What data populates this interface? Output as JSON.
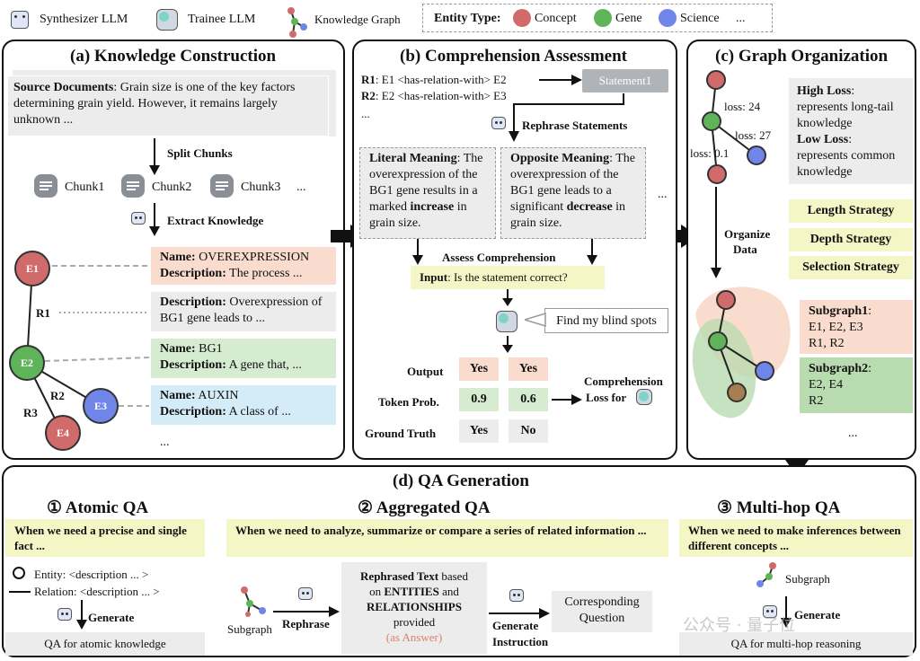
{
  "legend": {
    "synth": "Synthesizer LLM",
    "trainee": "Trainee LLM",
    "kg": "Knowledge Graph",
    "entity_type_label": "Entity Type:",
    "concept": "Concept",
    "gene": "Gene",
    "science": "Science",
    "more": "..."
  },
  "colors": {
    "concept": "#d16b6b",
    "gene": "#5fb45a",
    "science": "#6f86e8",
    "yellow_box": "#f4f6c5",
    "pink_box": "#f9dccd",
    "green_box": "#d6ecd1",
    "blue_box": "#d3ecf7"
  },
  "a": {
    "title": "(a) Knowledge Construction",
    "source_label": "Source Documents",
    "source_text": ": Grain size is one of the key factors determining grain yield. However, it remains largely unknown ...",
    "split": "Split Chunks",
    "chunk1": "Chunk1",
    "chunk2": "Chunk2",
    "chunk3": "Chunk3",
    "chunk_more": "...",
    "extract": "Extract Knowledge",
    "name_label": "Name:",
    "desc_label": "Description:",
    "card1_name": "OVEREXPRESSION",
    "card1_desc": "The process ...",
    "card2_desc": "Overexpression of BG1 gene leads to ...",
    "card3_name": "BG1",
    "card3_desc": "A gene that, ...",
    "card4_name": "AUXIN",
    "card4_desc": "A class of ...",
    "more": "...",
    "e1": "E1",
    "e2": "E2",
    "e3": "E3",
    "e4": "E4",
    "r1": "R1",
    "r2": "R2",
    "r3": "R3"
  },
  "b": {
    "title": "(b) Comprehension Assessment",
    "r1_label": "R1",
    "r1_text": ": E1 <has-relation-with> E2",
    "r2_label": "R2",
    "r2_text": ": E2 <has-relation-with> E3",
    "more": "...",
    "statement": "Statement1",
    "rephrase": "Rephrase Statements",
    "literal_label": "Literal Meaning",
    "literal_pre": ": The overexpression of the BG1 gene results in a marked ",
    "literal_em": "increase",
    "literal_post": " in grain size.",
    "opposite_label": "Opposite Meaning",
    "opposite_pre": ": The overexpression of the BG1 gene leads to a significant ",
    "opposite_em": "decrease",
    "opposite_post": " in grain size.",
    "side_more": "...",
    "assess": "Assess Comprehension",
    "input_label": "Input",
    "input_text": ": Is the statement correct?",
    "blind": "Find my blind spots",
    "output": "Output",
    "token": "Token Prob.",
    "truth": "Ground Truth",
    "out1": "Yes",
    "out2": "Yes",
    "p1": "0.9",
    "p2": "0.6",
    "gt1": "Yes",
    "gt2": "No",
    "loss_line1": "Comprehension",
    "loss_line2": "Loss for"
  },
  "c": {
    "title": "(c) Graph Organization",
    "loss24": "loss: 24",
    "loss27": "loss: 27",
    "loss01": "loss: 0.1",
    "high_label": "High Loss",
    "high_text": ": represents long-tail knowledge",
    "low_label": "Low Loss",
    "low_text": ": represents common knowledge",
    "organize1": "Organize",
    "organize2": "Data",
    "length": "Length Strategy",
    "depth": "Depth Strategy",
    "selection": "Selection Strategy",
    "sub1_label": "Subgraph1",
    "sub1_l1": "E1, E2, E3",
    "sub1_l2": "R1, R2",
    "sub2_label": "Subgraph2",
    "sub2_l1": "E2, E4",
    "sub2_l2": "R2",
    "more": "..."
  },
  "d": {
    "title": "(d) QA Generation",
    "atomic_title": "① Atomic QA",
    "atomic_when": "When we need a precise and single fact ...",
    "entity_line": "Entity: <description ... >",
    "relation_line": "Relation: <description ... >",
    "generate": "Generate",
    "atomic_out": "QA for atomic knowledge",
    "agg_title": "② Aggregated QA",
    "agg_when": "When we need to analyze, summarize or compare a series of related information ...",
    "subgraph": "Subgraph",
    "rephrase": "Rephrase",
    "rt_l1a": "Rephrased Text",
    "rt_l1b": " based",
    "rt_l2a": "on ",
    "rt_l2b": "ENTITIES",
    "rt_l2c": " and",
    "rt_l3": "RELATIONSHIPS",
    "rt_l4": "provided",
    "rt_l5": "(as Answer)",
    "gen_instr1": "Generate",
    "gen_instr2": "Instruction",
    "question1": "Corresponding",
    "question2": "Question",
    "multi_title": "③ Multi-hop QA",
    "multi_when": "When we need to make inferences between different concepts ...",
    "multi_sub": "Subgraph",
    "multi_gen": "Generate",
    "multi_out": "QA for multi-hop reasoning"
  },
  "watermark": "公众号 · 量子位"
}
